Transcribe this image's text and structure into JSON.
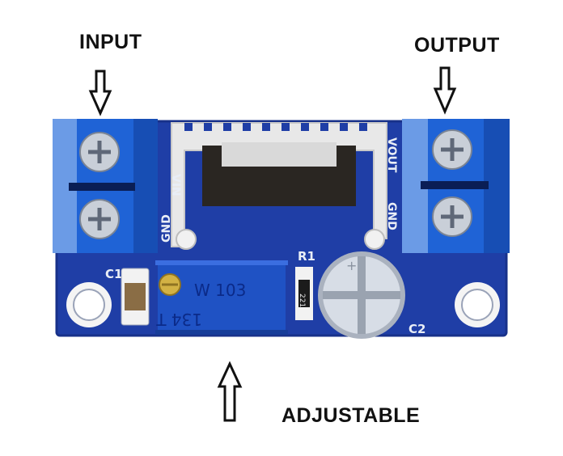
{
  "labels": {
    "input": "INPUT",
    "output": "OUTPUT",
    "adjustable": "ADJUSTABLE"
  },
  "pcb": {
    "silkscreen": {
      "vin": "VIN",
      "vout": "VOUT",
      "gnd_left": "GND",
      "gnd_right": "GND",
      "c1": "C1",
      "c2": "C2",
      "r1": "R1"
    },
    "resistor_code": "221",
    "potentiometer": {
      "line1": "W 103",
      "line2": "134 T"
    },
    "capacitor_mark": "+",
    "arrows": {
      "input": "down-arrow-icon",
      "output": "down-arrow-icon",
      "adjustable": "up-arrow-icon"
    },
    "colors": {
      "pcb": "#1f3ea6",
      "terminal_block": "#1f63d6",
      "heatsink": "#e8e8e8",
      "capacitor": "#d7dde6"
    }
  }
}
